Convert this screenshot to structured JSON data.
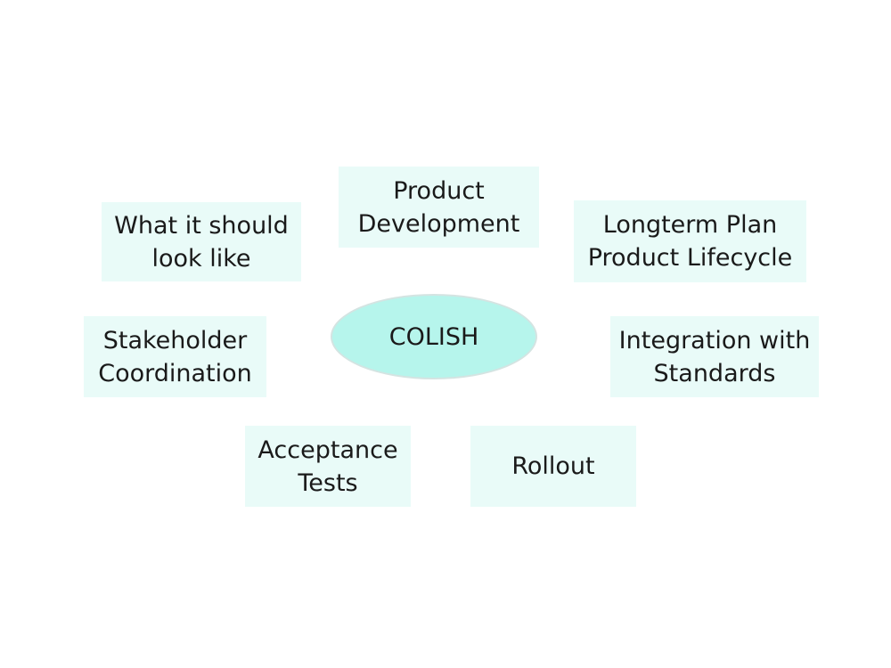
{
  "center": {
    "label": "COLISH"
  },
  "nodes": {
    "product_development": {
      "lines": [
        "Product",
        "Development"
      ]
    },
    "what_it_should_look_like": {
      "lines": [
        "What it should",
        "look like"
      ]
    },
    "longterm_plan": {
      "lines": [
        "Longterm Plan",
        "Product Lifecycle"
      ]
    },
    "stakeholder_coordination": {
      "lines": [
        "Stakeholder",
        "Coordination"
      ]
    },
    "integration_with_standards": {
      "lines": [
        "Integration with",
        "Standards"
      ]
    },
    "acceptance_tests": {
      "lines": [
        "Acceptance",
        "Tests"
      ]
    },
    "rollout": {
      "lines": [
        "Rollout"
      ]
    }
  },
  "colors": {
    "node_fill": "#e9fbf8",
    "center_fill": "#b6f5ec",
    "center_border": "#d4e4e2",
    "text": "#1a1a1a"
  }
}
